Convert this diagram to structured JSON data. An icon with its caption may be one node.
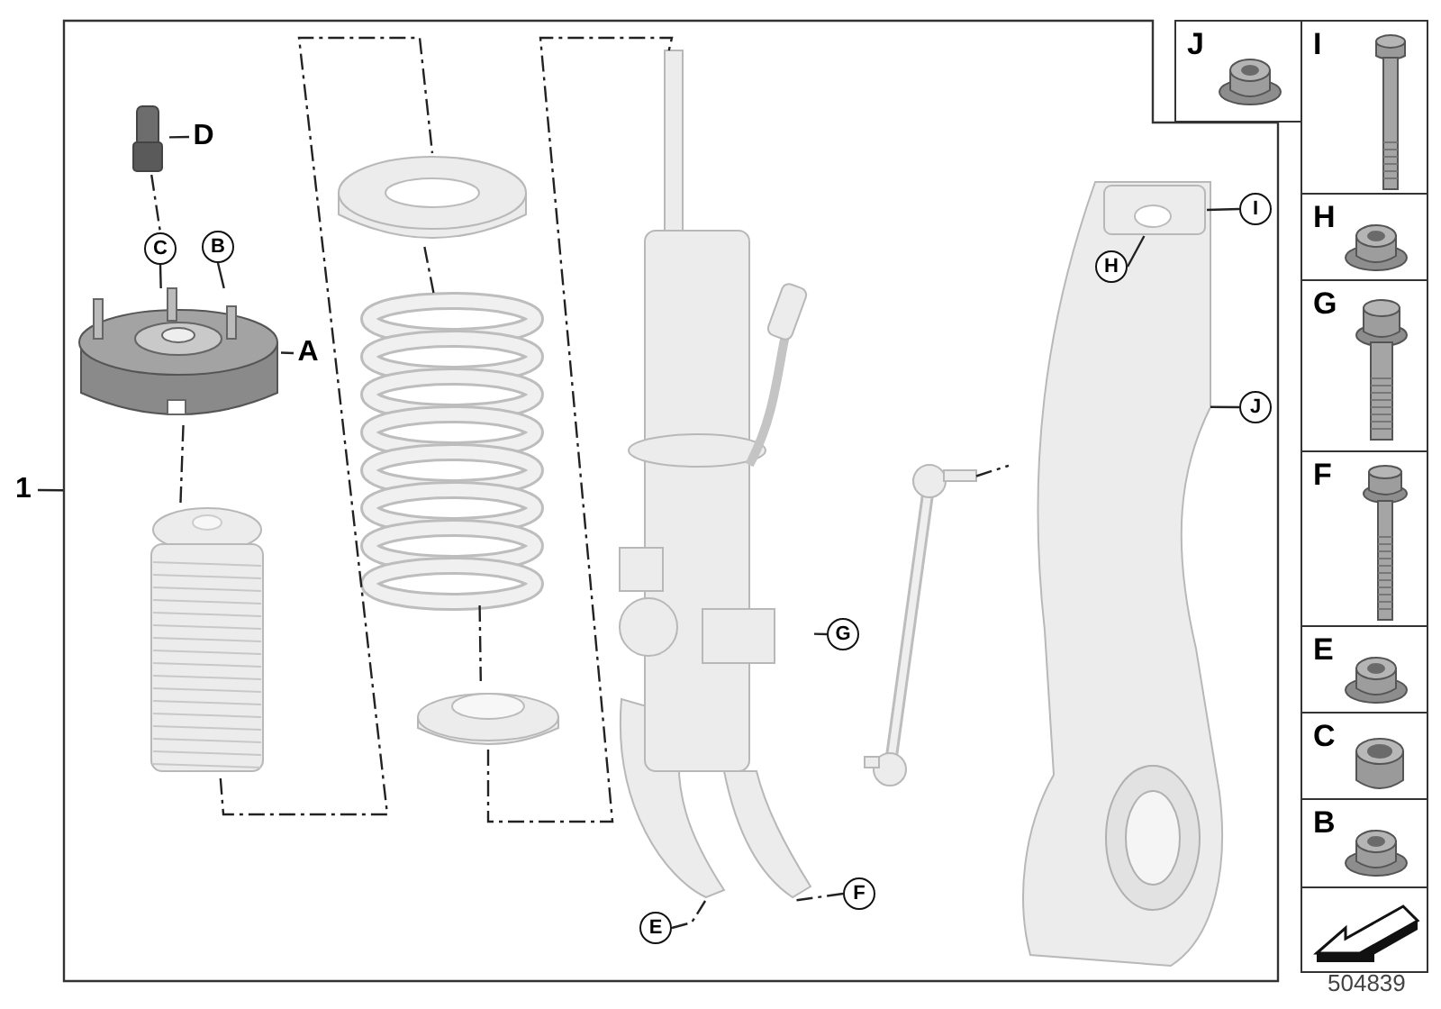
{
  "diagram": {
    "nodes": [
      {
        "text": [
          "1"
        ]
      },
      {
        "text": [],
        "shape": "box"
      },
      {
        "text": [],
        "shape": "picture",
        "in": 1
      },
      {
        "text": [
          "D"
        ],
        "in": 1
      },
      {
        "text": [],
        "shape": "picture",
        "in": 1
      },
      {
        "text": [
          "A"
        ],
        "in": 1
      },
      {
        "text": [
          "C"
        ],
        "in": 1
      },
      {
        "text": [
          "B"
        ],
        "in": 1
      },
      {
        "text": [],
        "shape": "picture",
        "in": 1
      },
      {
        "text": [],
        "shape": "picture",
        "in": 1
      },
      {
        "text": [],
        "shape": "picture",
        "in": 1
      },
      {
        "text": [],
        "shape": "picture",
        "in": 1
      },
      {
        "text": [],
        "shape": "picture",
        "in": 1
      },
      {
        "text": [
          "G"
        ],
        "in": 1
      },
      {
        "text": [],
        "shape": "picture",
        "in": 1
      },
      {
        "text": [
          "E"
        ],
        "in": 1
      },
      {
        "text": [
          "F"
        ],
        "in": 1
      },
      {
        "text": [],
        "shape": "picture",
        "in": 1
      },
      {
        "text": [
          "H"
        ],
        "in": 17
      },
      {
        "text": [
          "I"
        ],
        "in": 1
      },
      {
        "text": [
          "J"
        ],
        "in": 1
      },
      {
        "text": [
          "J"
        ]
      },
      {
        "text": [
          "I"
        ]
      },
      {
        "text": [
          "H"
        ]
      },
      {
        "text": [
          "G"
        ]
      },
      {
        "text": [
          "F"
        ]
      },
      {
        "text": [
          "E"
        ]
      },
      {
        "text": [
          "C"
        ]
      },
      {
        "text": [
          "B"
        ]
      },
      {
        "text": [],
        "shape": "box"
      },
      {
        "text": [],
        "shape": "picture",
        "in": 17
      }
    ],
    "edges": [
      {
        "from": 0,
        "to": 1,
        "arrow": "none"
      },
      {
        "from": 3,
        "to": 2,
        "arrow": "none"
      },
      {
        "from": 5,
        "to": 4,
        "arrow": "none"
      },
      {
        "from": 6,
        "to": 4,
        "arrow": "none"
      },
      {
        "from": 7,
        "to": 4,
        "arrow": "none"
      },
      {
        "from": 2,
        "to": 6,
        "arrow": "none",
        "style": "dashed"
      },
      {
        "from": 4,
        "to": 8,
        "arrow": "none",
        "style": "dashed"
      },
      {
        "from": 8,
        "to": 9,
        "arrow": "none",
        "style": "dashed"
      },
      {
        "from": 9,
        "to": 10,
        "arrow": "none",
        "style": "dashed"
      },
      {
        "from": 10,
        "to": 11,
        "arrow": "none",
        "style": "dashed"
      },
      {
        "from": 11,
        "to": 12,
        "arrow": "none",
        "style": "dashed"
      },
      {
        "from": 13,
        "to": 12,
        "arrow": "none"
      },
      {
        "from": 15,
        "to": 12,
        "arrow": "none",
        "style": "dashed"
      },
      {
        "from": 16,
        "to": 12,
        "arrow": "none",
        "style": "dashed"
      },
      {
        "from": 14,
        "to": 17,
        "arrow": "none",
        "style": "dashed"
      },
      {
        "from": 18,
        "to": 30,
        "arrow": "none"
      },
      {
        "from": 19,
        "to": 30,
        "arrow": "none"
      },
      {
        "from": 20,
        "to": 17,
        "arrow": "none"
      }
    ],
    "labels": [
      "504839"
    ]
  }
}
